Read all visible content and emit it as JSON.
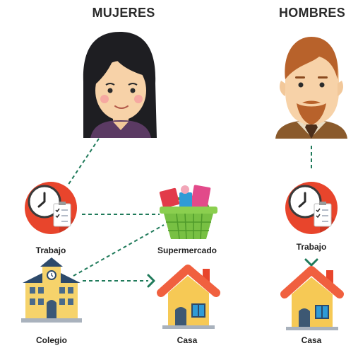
{
  "columns": {
    "women": {
      "title": "MUJERES"
    },
    "men": {
      "title": "HOMBRES"
    }
  },
  "labels": {
    "women_work": "Trabajo",
    "supermarket": "Supermercado",
    "school": "Colegio",
    "women_home": "Casa",
    "men_work": "Trabajo",
    "men_home": "Casa"
  },
  "colors": {
    "connector": "#1f7a5a",
    "arrow": "#1f7a5a",
    "clock_bg": "#e8452c",
    "house_roof": "#f0603f",
    "house_wall": "#f6c955",
    "basket": "#78c043"
  },
  "icons": {
    "woman": "woman-avatar-icon",
    "man": "man-avatar-icon",
    "work": "clock-checklist-icon",
    "supermarket": "shopping-basket-icon",
    "school": "school-building-icon",
    "home": "house-icon"
  }
}
